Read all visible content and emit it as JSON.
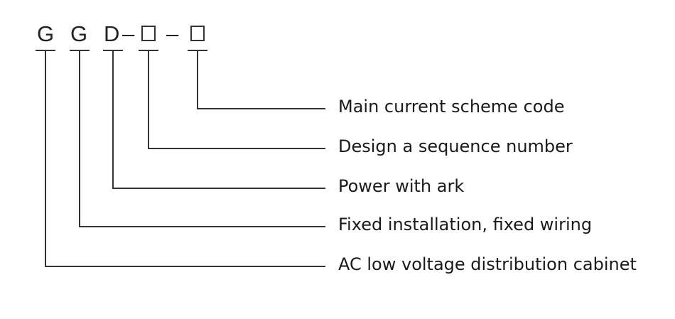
{
  "code": {
    "char_1": "G",
    "char_2": "G",
    "char_3": "D",
    "dash_1": "–",
    "dash_2": "–"
  },
  "labels": [
    "Main current scheme code",
    "Design a sequence number",
    "Power with ark",
    "Fixed installation, fixed wiring",
    "AC low voltage distribution cabinet"
  ]
}
